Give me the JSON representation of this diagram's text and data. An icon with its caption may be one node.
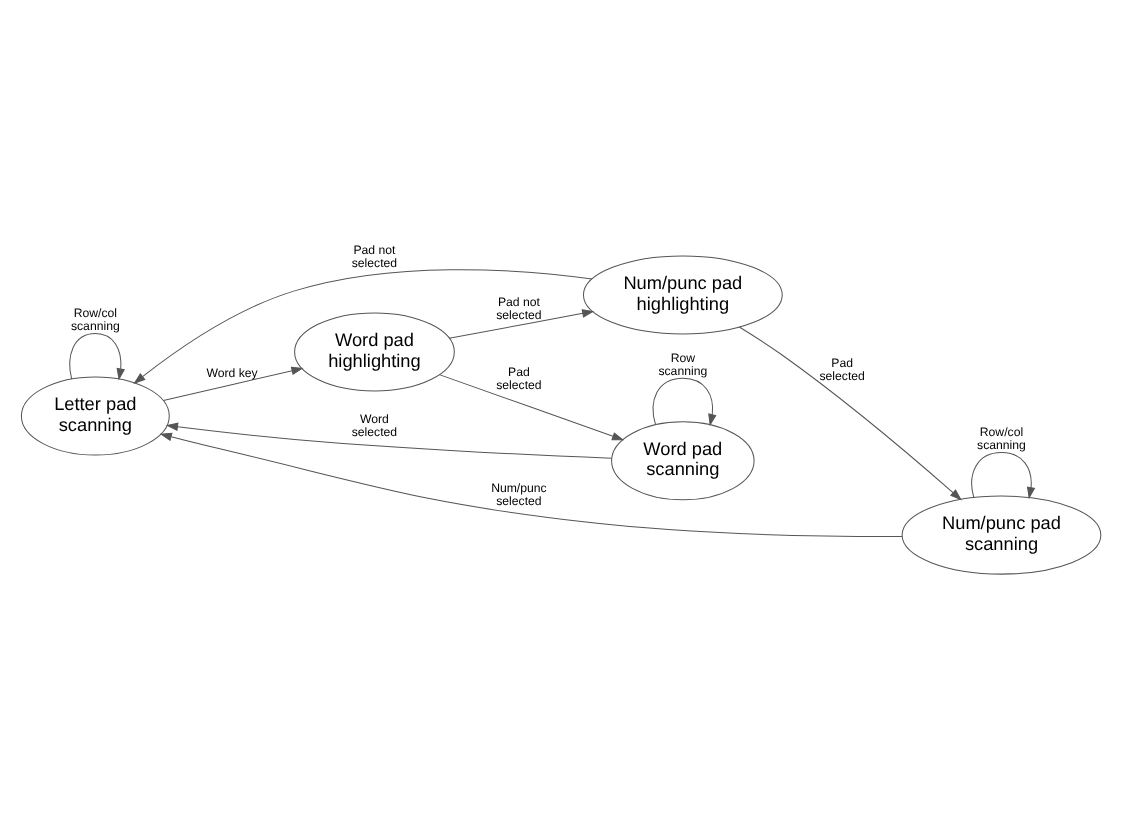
{
  "diagram": {
    "nodes": [
      {
        "text": [
          "Letter pad scanning"
        ]
      },
      {
        "text": [
          "Word pad highlighting"
        ]
      },
      {
        "text": [
          "Word pad scanning"
        ]
      },
      {
        "text": [
          "Num/punc pad highlighting"
        ]
      },
      {
        "text": [
          "Num/punc pad scanning"
        ]
      }
    ],
    "edges": [
      {
        "from": 0,
        "to": 1,
        "arrow": "to",
        "label": "Word key"
      },
      {
        "from": 0,
        "to": 0,
        "arrow": "to",
        "label": "Row/col scanning"
      },
      {
        "from": 1,
        "to": 2,
        "arrow": "to",
        "label": "Pad selected"
      },
      {
        "from": 2,
        "to": 2,
        "arrow": "to",
        "label": "Row scanning"
      },
      {
        "from": 2,
        "to": 0,
        "arrow": "to",
        "label": "Word selected"
      },
      {
        "from": 1,
        "to": 3,
        "arrow": "to",
        "label": "Pad not selected"
      },
      {
        "from": 3,
        "to": 4,
        "arrow": "to",
        "label": "Pad selected"
      },
      {
        "from": 4,
        "to": 4,
        "arrow": "to",
        "label": "Row/col scanning"
      },
      {
        "from": 3,
        "to": 0,
        "arrow": "to",
        "label": "Pad not selected"
      },
      {
        "from": 4,
        "to": 0,
        "arrow": "to",
        "label": "Num/punc selected"
      }
    ]
  }
}
